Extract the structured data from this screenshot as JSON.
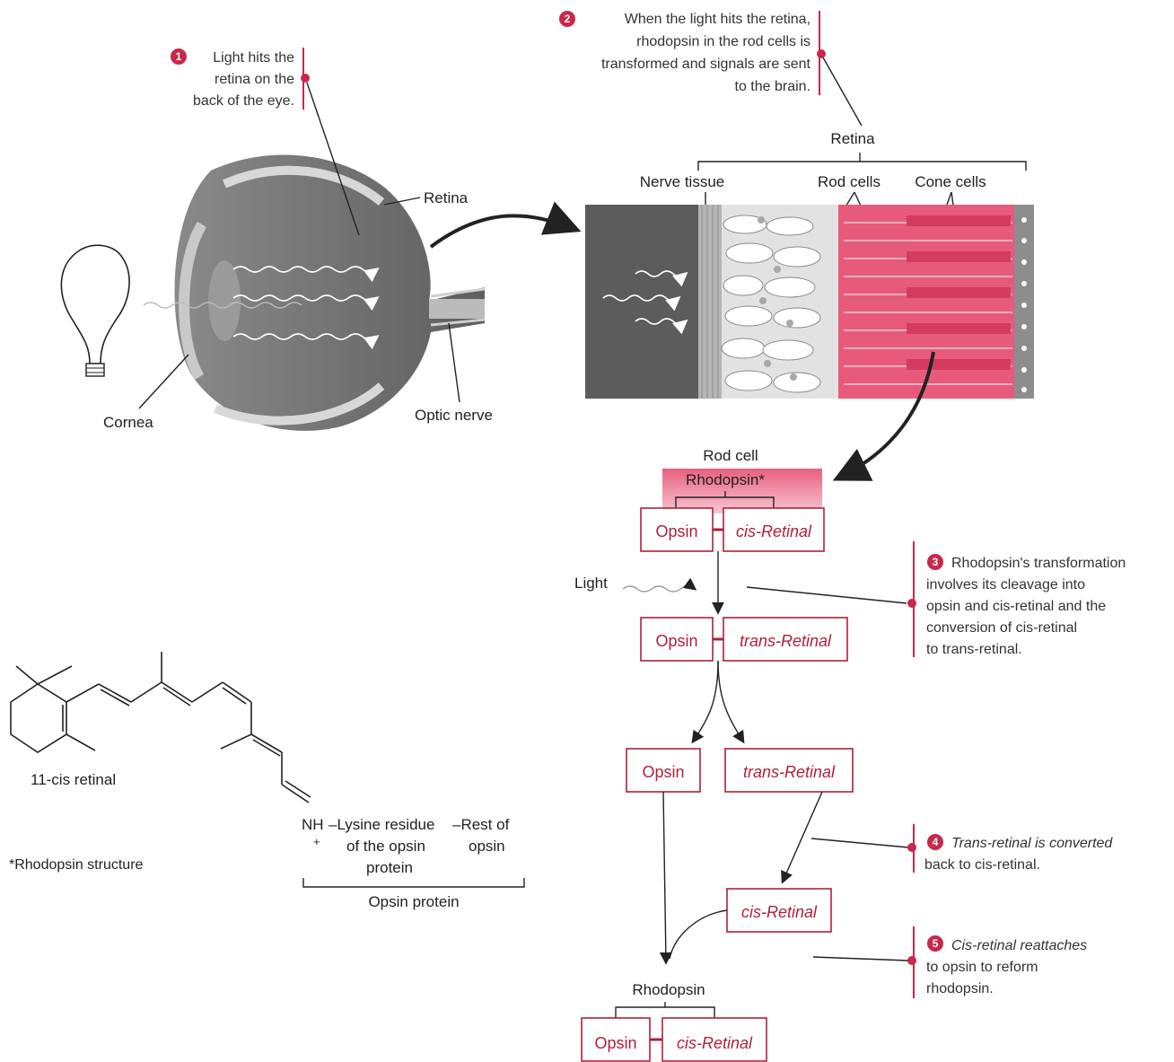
{
  "steps": [
    {
      "num": "1",
      "lines": [
        "Light hits the",
        "retina on the",
        "back of the eye."
      ]
    },
    {
      "num": "2",
      "lines": [
        "When the light hits the retina,",
        "rhodopsin in the rod cells is",
        "transformed and signals are sent",
        "to the brain."
      ]
    },
    {
      "num": "3",
      "lines": [
        "Rhodopsin's transformation",
        "involves its cleavage into",
        "opsin and cis-retinal and the",
        "conversion of cis-retinal",
        "to trans-retinal."
      ]
    },
    {
      "num": "4",
      "lines": [
        "Trans-retinal is converted",
        "back to cis-retinal."
      ]
    },
    {
      "num": "5",
      "lines": [
        "Cis-retinal reattaches",
        "to opsin to reform",
        "rhodopsin."
      ]
    }
  ],
  "eye": {
    "retina": "Retina",
    "cornea": "Cornea",
    "optic_nerve": "Optic nerve"
  },
  "retina_detail": {
    "title": "Retina",
    "nerve_tissue": "Nerve tissue",
    "rod_cells": "Rod cells",
    "cone_cells": "Cone cells"
  },
  "flow": {
    "rod_cell": "Rod cell",
    "rhodopsin_star": "Rhodopsin*",
    "opsin": "Opsin",
    "cis_retinal": "cis-Retinal",
    "trans_retinal": "trans-Retinal",
    "light": "Light",
    "rhodopsin": "Rhodopsin"
  },
  "structure": {
    "compound": "11-cis retinal",
    "nh": "NH",
    "plus": "+",
    "lysine_1": "–Lysine residue",
    "lysine_2": "of the opsin",
    "lysine_3": "protein",
    "rest_1": "–Rest of",
    "rest_2": "opsin",
    "opsin_protein": "Opsin protein",
    "footnote": "*Rhodopsin structure"
  },
  "colors": {
    "accent": "#c8284a",
    "box_border": "#b0203a",
    "eye_fill": "#6f6f6f",
    "retina_pink": "#e85a7a"
  }
}
